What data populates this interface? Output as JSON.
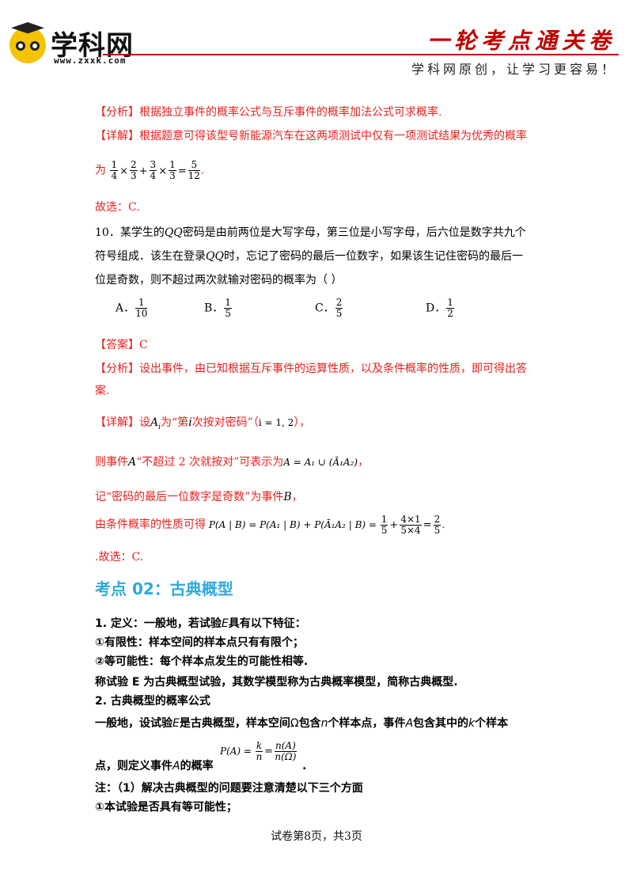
{
  "header": {
    "logo_name": "学科网",
    "logo_url": "www.zxxk.com",
    "title": "一轮考点通关卷",
    "subtitle": "学科网原创，让学习更容易！"
  },
  "q9": {
    "analysis": "【分析】根据独立事件的概率公式与互斥事件的概率加法公式可求概率.",
    "detail": "【详解】根据题意可得该型号新能源汽车在这两项测试中仅有一项测试结果为优秀的概率",
    "formula_prefix": "为",
    "f1n": "1",
    "f1d": "4",
    "f2n": "2",
    "f2d": "3",
    "f3n": "3",
    "f3d": "4",
    "f4n": "1",
    "f4d": "3",
    "f5n": "5",
    "f5d": "12",
    "formula_suffix": ".",
    "answer": "故选：C."
  },
  "q10": {
    "line1_a": "10．某学生的",
    "qq": "QQ",
    "line1_b": "密码是由前两位是大写字母，第三位是小写字母，后六位是数字共九个",
    "line2_a": "符号组成．该生在登录",
    "line2_b": "时，忘记了密码的最后一位数字，如果该生记住密码的最后一",
    "line3": "位是奇数，则不超过两次就输对密码的概率为（    ）",
    "options": [
      {
        "label": "A．",
        "num": "1",
        "den": "10"
      },
      {
        "label": "B．",
        "num": "1",
        "den": "5"
      },
      {
        "label": "C．",
        "num": "2",
        "den": "5"
      },
      {
        "label": "D．",
        "num": "1",
        "den": "2"
      }
    ],
    "answer": "【答案】C",
    "analysis_1": "【分析】设出事件，由已知根据互斥事件的运算性质，以及条件概率的性质，即可得出答",
    "analysis_2": "案.",
    "detail_a": "【详解】设",
    "detail_ai": "A",
    "detail_ai_sub": "i",
    "detail_b": "为“第",
    "detail_i": "i",
    "detail_c": "次按对密码”（",
    "detail_range": "i = 1, 2",
    "detail_d": "），",
    "event_a": "则事件",
    "event_A": "A",
    "event_b": "“不超过 2 次就按对”可表示为",
    "event_formula": "A = A₁ ∪ (Ā₁A₂)",
    "event_c": "，",
    "event_B_a": "记“密码的最后一位数字是奇数”为事件",
    "event_B": "B",
    "event_B_b": "，",
    "cond_a": "由条件概率的性质可得",
    "cond_formula": "P(A | B) = P(A₁ | B) + P(Ā₁A₂ | B) =",
    "c1n": "1",
    "c1d": "5",
    "c2n": "4×1",
    "c2d": "5×4",
    "c3n": "2",
    "c3d": "5",
    "cond_b": ".",
    "final": ".故选：C."
  },
  "section": {
    "title": "考点 02：古典概型",
    "l1a": "1. 定义：一般地，若试验",
    "l1E": "E",
    "l1b": "具有以下特征：",
    "l2": "①有限性：样本空间的样本点只有有限个；",
    "l3": "②等可能性：每个样本点发生的可能性相等.",
    "l4": "称试验 E 为古典概型试验，其数学模型称为古典概率模型，简称古典概型.",
    "l5": "2. 古典概型的概率公式",
    "l6a": "一般地，设试验",
    "l6E": "E",
    "l6b": "是古典概型，样本空间",
    "l6O": "Ω",
    "l6c": "包含",
    "l6n": "n",
    "l6d": "个样本点，事件",
    "l6A": "A",
    "l6e": "包含其中的",
    "l6k": "k",
    "l6f": "个样本",
    "l7a": "点，则定义事件",
    "l7A": "A",
    "l7b": "的概率",
    "pf_lhs": "P(A) =",
    "pf1n": "k",
    "pf1d": "n",
    "pf2n": "n(A)",
    "pf2d": "n(Ω)",
    "l7c": ".",
    "l8": "注：（1）解决古典概型的问题要注意清楚以下三个方面",
    "l9": "①本试验是否具有等可能性；"
  },
  "footer": "试卷第8页，共3页",
  "colors": {
    "accent_red": "#e8201e",
    "header_red": "#c00000",
    "section_blue": "#2eaadc"
  }
}
